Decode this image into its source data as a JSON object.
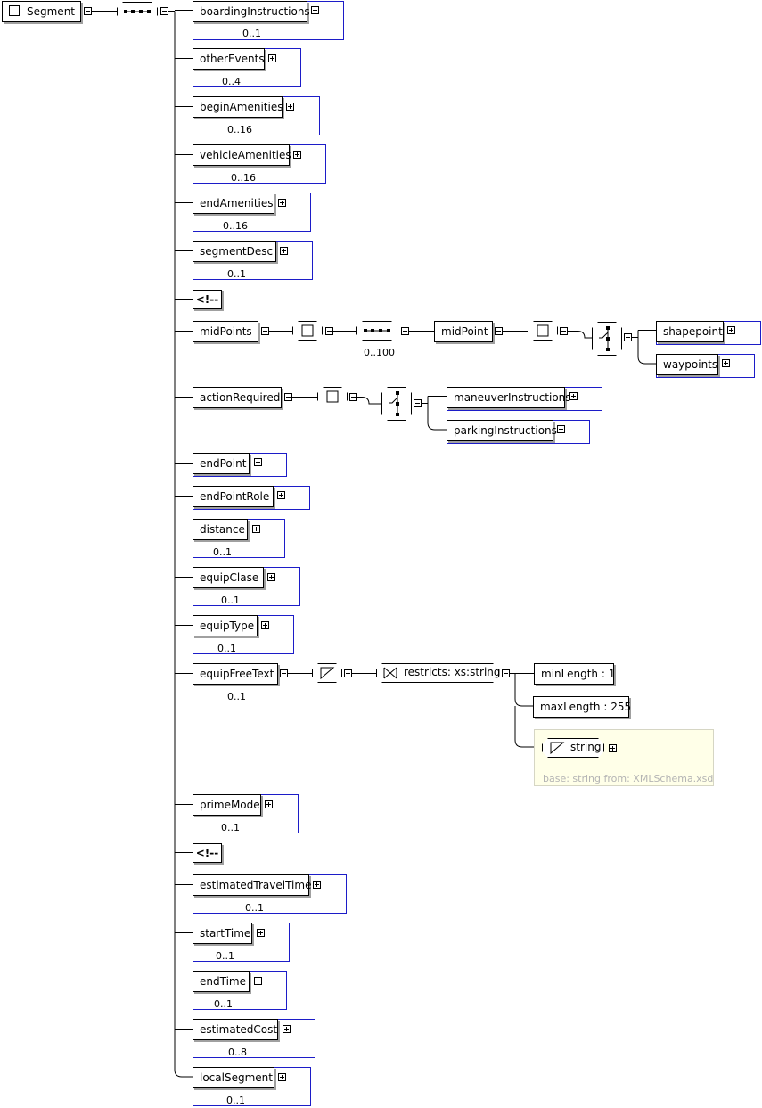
{
  "root": {
    "label": "Segment"
  },
  "comment_glyph": "<!--",
  "elements": [
    {
      "name": "boardingInstructions",
      "occurs": "0..1"
    },
    {
      "name": "otherEvents",
      "occurs": "0..4"
    },
    {
      "name": "beginAmenities",
      "occurs": "0..16"
    },
    {
      "name": "vehicleAmenities",
      "occurs": "0..16"
    },
    {
      "name": "endAmenities",
      "occurs": "0..16"
    },
    {
      "name": "segmentDesc",
      "occurs": "0..1"
    },
    {
      "name": "midPoints",
      "occurs": ""
    },
    {
      "name": "actionRequired",
      "occurs": ""
    },
    {
      "name": "endPoint",
      "occurs": ""
    },
    {
      "name": "endPointRole",
      "occurs": ""
    },
    {
      "name": "distance",
      "occurs": "0..1"
    },
    {
      "name": "equipClase",
      "occurs": "0..1"
    },
    {
      "name": "equipType",
      "occurs": "0..1"
    },
    {
      "name": "equipFreeText",
      "occurs": "0..1"
    },
    {
      "name": "primeMode",
      "occurs": "0..1"
    },
    {
      "name": "estimatedTravelTime",
      "occurs": "0..1"
    },
    {
      "name": "startTime",
      "occurs": "0..1"
    },
    {
      "name": "endTime",
      "occurs": "0..1"
    },
    {
      "name": "estimatedCost",
      "occurs": "0..8"
    },
    {
      "name": "localSegment",
      "occurs": "0..1"
    }
  ],
  "midPoints": {
    "sequence_occurs": "0..100",
    "child": "midPoint",
    "choices": [
      "shapepoint",
      "waypoints"
    ]
  },
  "actionRequired": {
    "choices": [
      "maneuverInstructions",
      "parkingInstructions"
    ]
  },
  "equipFreeText": {
    "restriction": "restricts: xs:string",
    "facets": [
      "minLength : 1",
      "maxLength : 255"
    ],
    "base_type": "string",
    "base_note": "base: string from: XMLSchema.xsd"
  },
  "colors": {
    "frame": "#1c1cc8",
    "type_bg": "#ffffe8",
    "base_note": "#b4b4b4"
  }
}
